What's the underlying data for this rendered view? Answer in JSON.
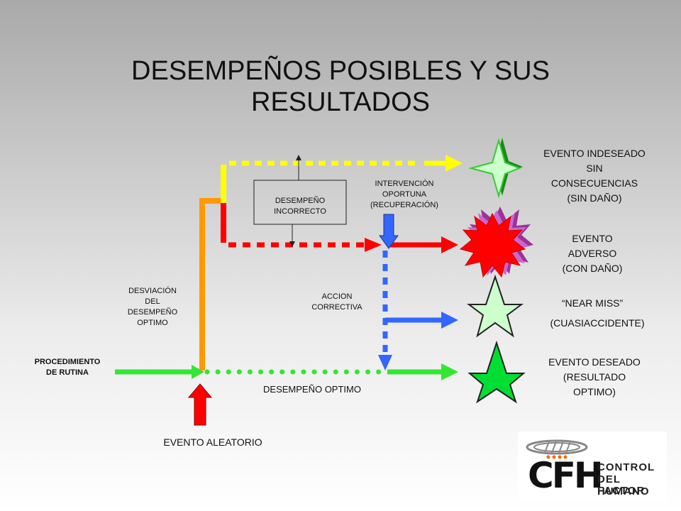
{
  "title": "DESEMPEÑOS POSIBLES Y SUS RESULTADOS",
  "labels": {
    "routine": [
      "PROCEDIMIENTO",
      "DE RUTINA"
    ],
    "deviation": [
      "DESVIACIÓN",
      "DEL",
      "DESEMPEÑO",
      "OPTIMO"
    ],
    "incorrect": [
      "DESEMPEÑO",
      "INCORRECTO"
    ],
    "intervention": [
      "INTERVENCIÓN",
      "OPORTUNA",
      "(RECUPERACIÓN)"
    ],
    "corrective": [
      "ACCION",
      "CORRECTIVA"
    ],
    "optimal": "DESEMPEÑO OPTIMO",
    "random_event": "EVENTO ALEATORIO"
  },
  "outcomes": {
    "undesired": [
      "EVENTO  INDESEADO",
      "SIN",
      "CONSECUENCIAS",
      "(SIN DAÑO)"
    ],
    "adverse": [
      "EVENTO",
      "ADVERSO",
      "(CON DAÑO)"
    ],
    "near_miss": [
      "“NEAR MISS”",
      "(CUASIACCIDENTE)"
    ],
    "desired": [
      "EVENTO DESEADO",
      "(RESULTADO",
      "OPTIMO)"
    ]
  },
  "logo": {
    "initials": "CFH",
    "words": [
      "CONTROL",
      "DEL FACTOR",
      "HUMANO"
    ]
  },
  "colors": {
    "green": "#33e633",
    "yellow": "#ffff00",
    "orange": "#ff9900",
    "red": "#ff0000",
    "blue": "#3366ff",
    "star_light": "#ccffcc",
    "star_green": "#00dd33"
  }
}
